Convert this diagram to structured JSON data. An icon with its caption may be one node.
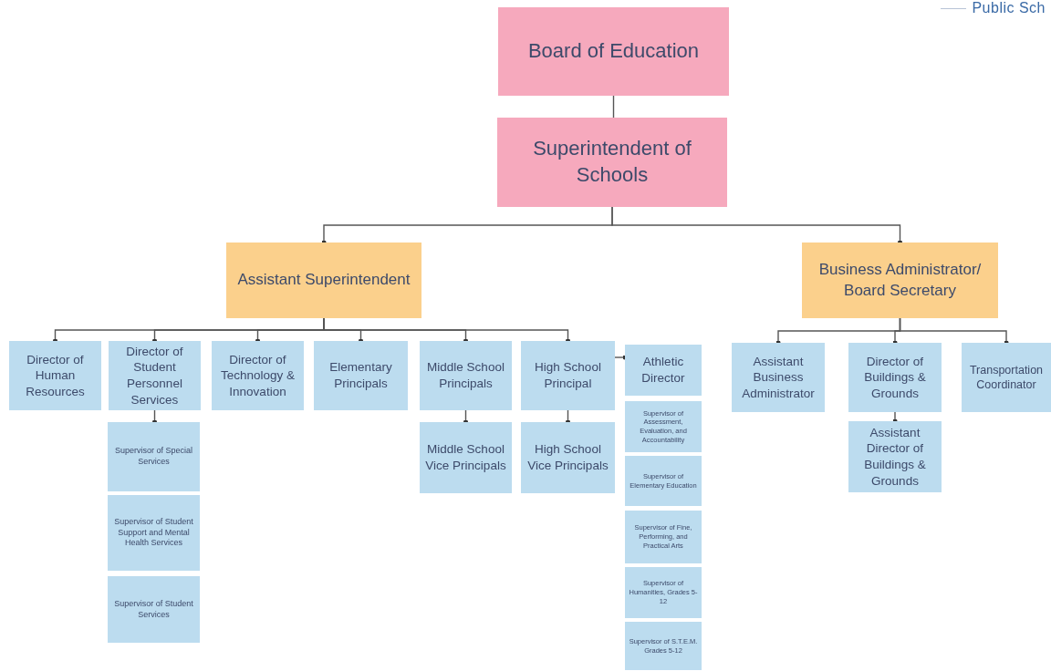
{
  "diagram": {
    "nodes": [
      {
        "text": [
          "Board of Education"
        ]
      },
      {
        "text": [
          "Superintendent of Schools"
        ]
      },
      {
        "text": [
          "Assistant Superintendent"
        ]
      },
      {
        "text": [
          "Business Administrator/ Board Secretary"
        ]
      },
      {
        "text": [
          "Director of Human Resources"
        ]
      },
      {
        "text": [
          "Director of Student Personnel Services"
        ]
      },
      {
        "text": [
          "Director of Technology & Innovation"
        ]
      },
      {
        "text": [
          "Elementary Principals"
        ]
      },
      {
        "text": [
          "Middle School Principals"
        ]
      },
      {
        "text": [
          "High School Principal"
        ]
      },
      {
        "text": [
          "Athletic Director"
        ]
      },
      {
        "text": [
          "Supervisor of Special Services"
        ]
      },
      {
        "text": [
          "Supervisor of Student Support and Mental Health Services"
        ]
      },
      {
        "text": [
          "Supervisor of Student Services"
        ]
      },
      {
        "text": [
          "Middle School Vice Principals"
        ]
      },
      {
        "text": [
          "High School Vice Principals"
        ]
      },
      {
        "text": [
          "Supervisor of Assessment, Evaluation, and Accountability"
        ]
      },
      {
        "text": [
          "Supervisor of Elementary Education"
        ]
      },
      {
        "text": [
          "Supervisor of Fine, Performing, and Practical Arts"
        ]
      },
      {
        "text": [
          "Supervisor of Humanities, Grades 5-12"
        ]
      },
      {
        "text": [
          "Supervisor of S.T.E.M. Grades 5-12"
        ]
      },
      {
        "text": [
          "Assistant Business Administrator"
        ]
      },
      {
        "text": [
          "Director of Buildings & Grounds"
        ]
      },
      {
        "text": [
          "Transportation Coordinator"
        ]
      },
      {
        "text": [
          "Assistant Director of Buildings & Grounds"
        ]
      }
    ],
    "edges": [
      {
        "from": 0,
        "to": 1,
        "arrow": "none"
      },
      {
        "from": 1,
        "to": 2,
        "arrow": "other"
      },
      {
        "from": 1,
        "to": 3,
        "arrow": "other"
      },
      {
        "from": 2,
        "to": 4,
        "arrow": "other"
      },
      {
        "from": 2,
        "to": 5,
        "arrow": "other"
      },
      {
        "from": 2,
        "to": 6,
        "arrow": "other"
      },
      {
        "from": 2,
        "to": 7,
        "arrow": "other"
      },
      {
        "from": 2,
        "to": 8,
        "arrow": "other"
      },
      {
        "from": 2,
        "to": 9,
        "arrow": "other"
      },
      {
        "from": 5,
        "to": 11,
        "arrow": "other"
      },
      {
        "from": 8,
        "to": 14,
        "arrow": "other"
      },
      {
        "from": 9,
        "to": 15,
        "arrow": "other"
      },
      {
        "from": 9,
        "to": 10,
        "arrow": "other"
      },
      {
        "from": 3,
        "to": 21,
        "arrow": "other"
      },
      {
        "from": 3,
        "to": 22,
        "arrow": "other"
      },
      {
        "from": 3,
        "to": 23,
        "arrow": "other"
      },
      {
        "from": 22,
        "to": 24,
        "arrow": "other"
      }
    ],
    "labels": [
      "Public Sch"
    ]
  }
}
